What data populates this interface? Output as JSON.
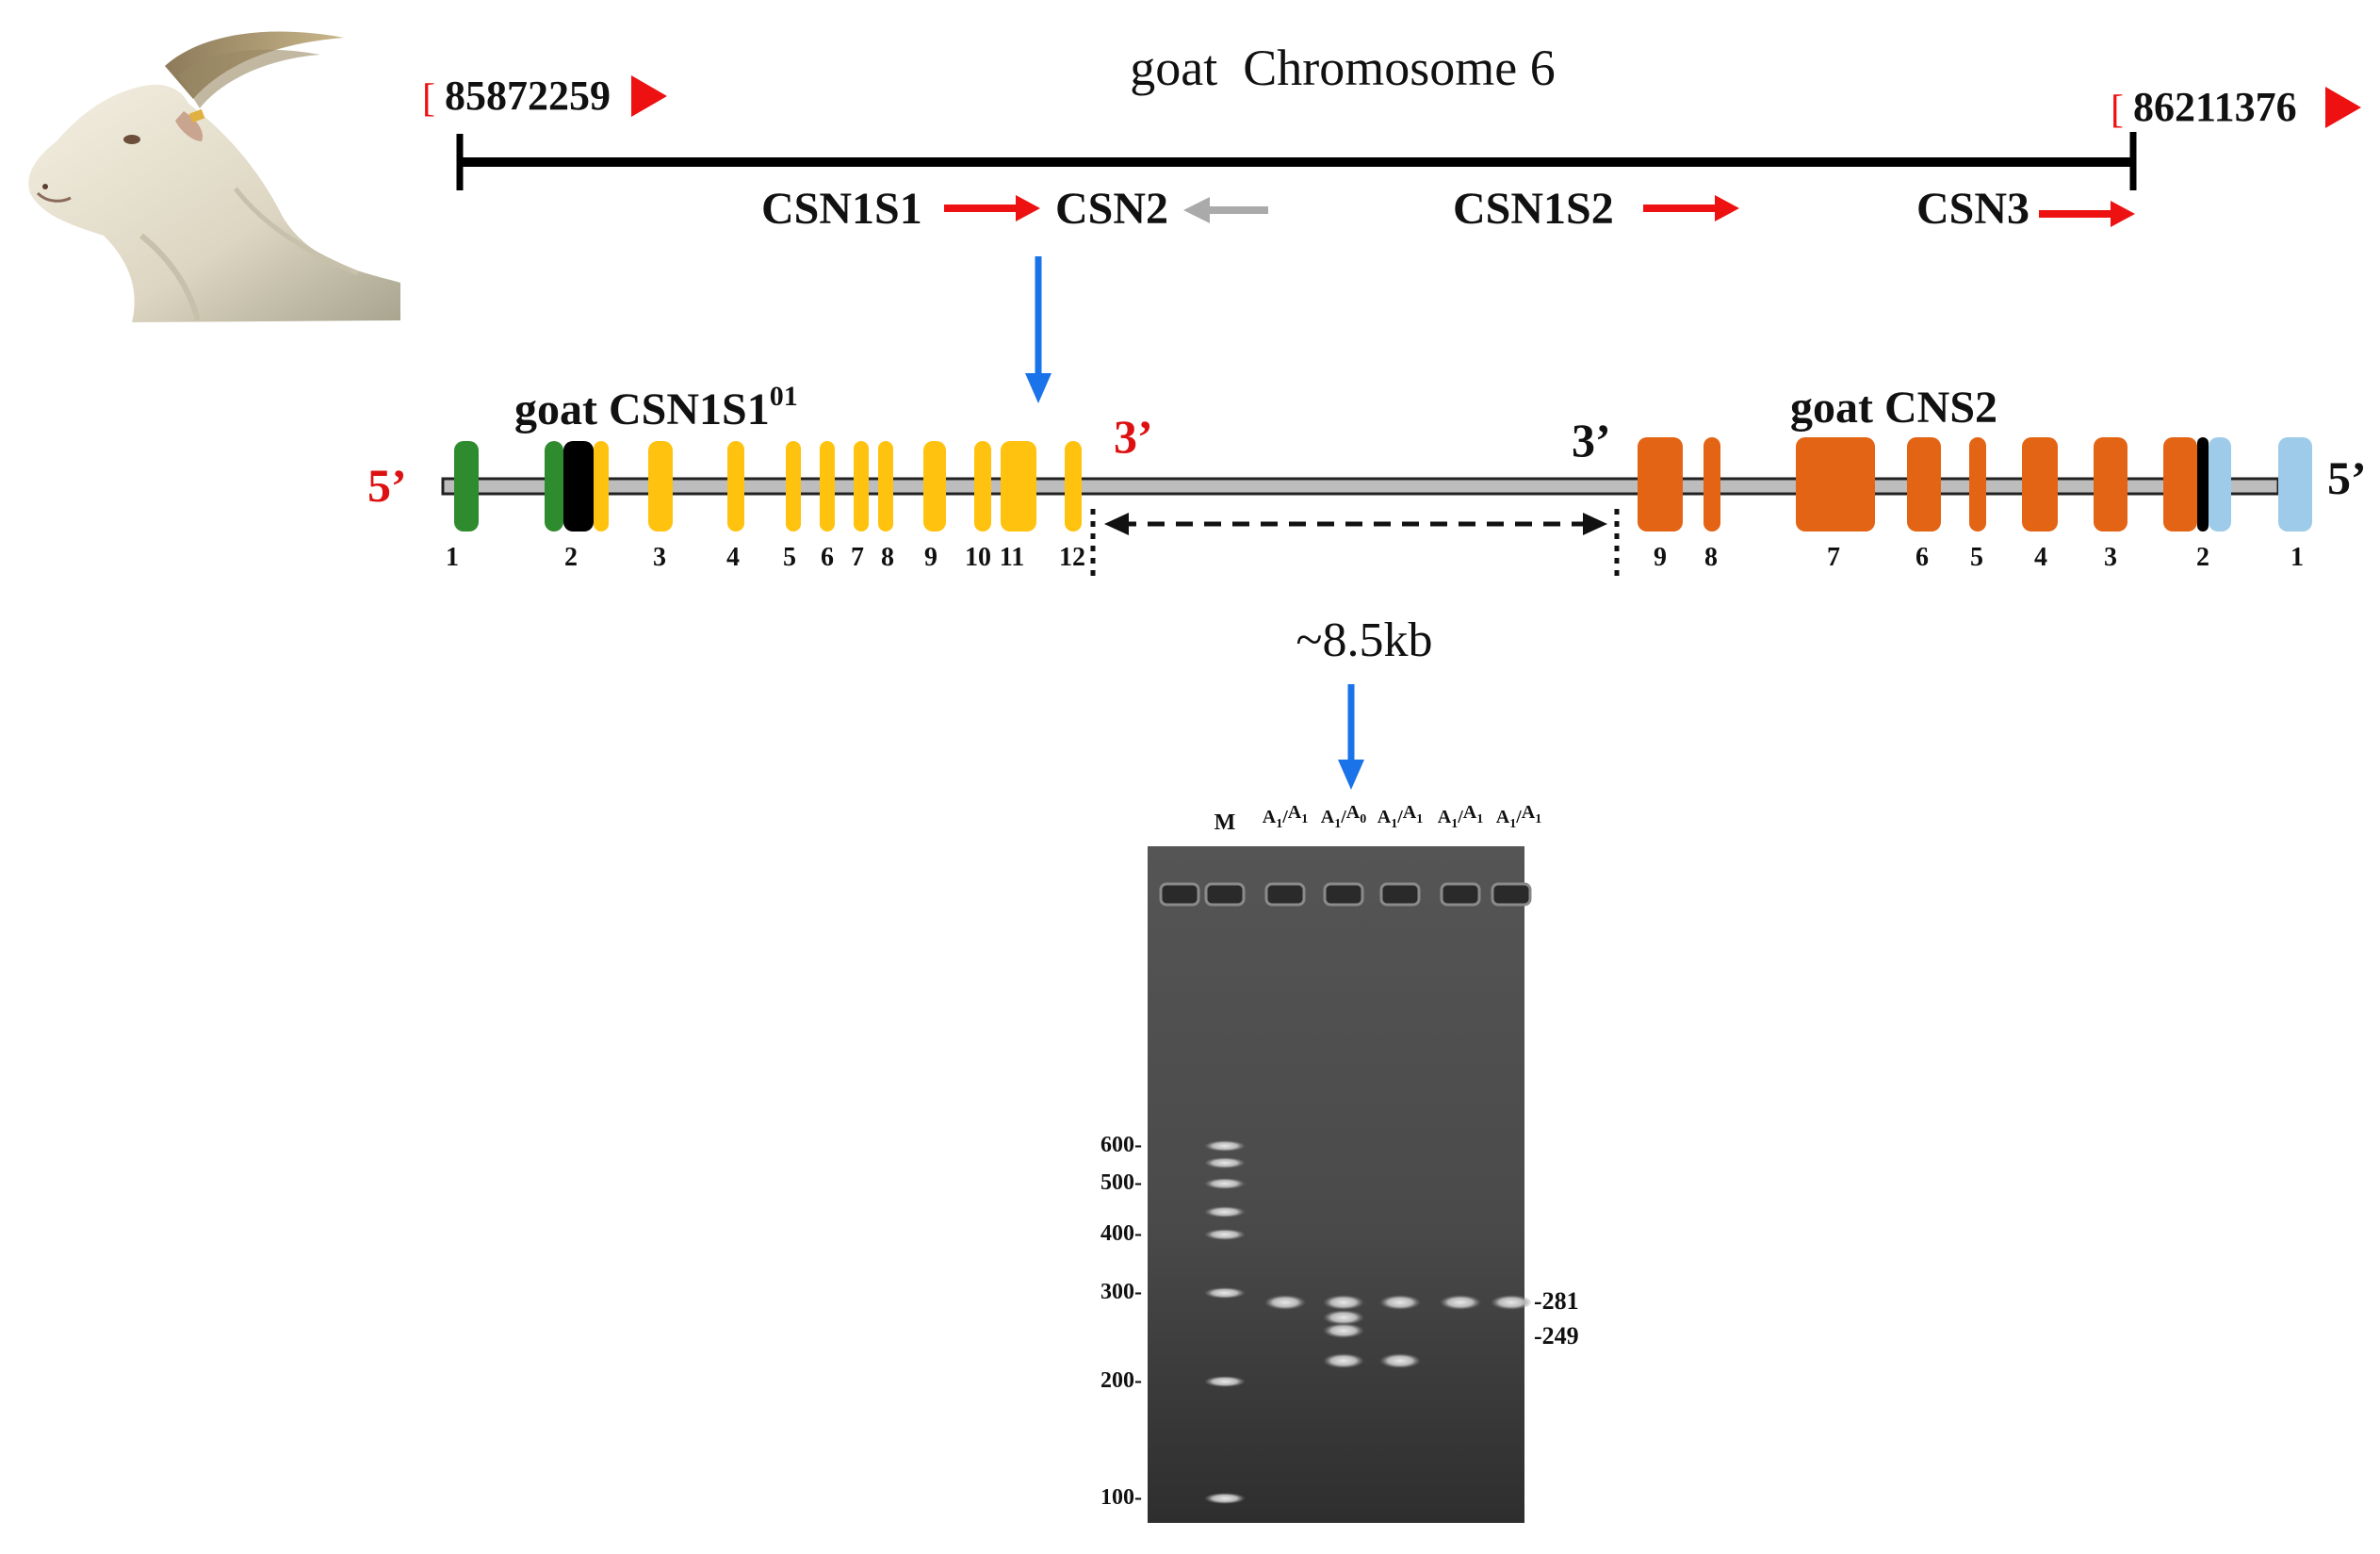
{
  "chromosome": {
    "title": "goat  Chromosome 6",
    "start_bracket": "[",
    "start_position": "85872259",
    "end_bracket": "[",
    "end_position": "86211376"
  },
  "genes": [
    {
      "label": "CSN1S1",
      "direction": "forward",
      "color": "#ee1111"
    },
    {
      "label": "CSN2",
      "direction": "reverse",
      "color": "#aaaaaa"
    },
    {
      "label": "CSN1S2",
      "direction": "forward",
      "color": "#ee1111"
    },
    {
      "label": "CSN3",
      "direction": "forward",
      "color": "#ee1111"
    }
  ],
  "exon_map": {
    "left_gene_title": "goat CSN1S1",
    "left_gene_superscript": "01",
    "right_gene_title": "goat CNS2",
    "left_five_prime": "5’",
    "left_three_prime": "3’",
    "right_three_prime": "3’",
    "right_five_prime": "5’",
    "left_exon_numbers": [
      "1",
      "2",
      "3",
      "4",
      "5",
      "6",
      "7",
      "8",
      "9",
      "10",
      "11",
      "12"
    ],
    "right_exon_numbers": [
      "9",
      "8",
      "7",
      "6",
      "5",
      "4",
      "3",
      "2",
      "1"
    ],
    "intergenic_distance": "~8.5kb",
    "colors": {
      "csn1s1_exon": "#ffc20e",
      "csn1s1_first": "#2e8b2e",
      "csn2_exon": "#e36414",
      "csn2_utr": "#9ecbea",
      "coding_start": "#000000",
      "five_prime_red": "#dd1111",
      "pointer_blue": "#1a73e8"
    }
  },
  "gel": {
    "marker_label": "M",
    "lane_labels": [
      {
        "allele1": "A",
        "sub1": "1",
        "allele2": "A",
        "sub2": "1"
      },
      {
        "allele1": "A",
        "sub1": "1",
        "allele2": "A",
        "sub2": "0"
      },
      {
        "allele1": "A",
        "sub1": "1",
        "allele2": "A",
        "sub2": "1"
      },
      {
        "allele1": "A",
        "sub1": "1",
        "allele2": "A",
        "sub2": "1"
      },
      {
        "allele1": "A",
        "sub1": "1",
        "allele2": "A",
        "sub2": "1"
      }
    ],
    "ladder_sizes": [
      "600",
      "500",
      "400",
      "300",
      "200",
      "100"
    ],
    "band_sizes": [
      "-281",
      "-249"
    ]
  }
}
